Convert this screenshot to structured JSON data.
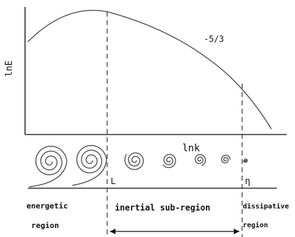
{
  "diagram": {
    "y_axis_label": "lnE",
    "x_axis_label": "lnk",
    "slope_label": "-5/3",
    "marker_L": "L",
    "marker_eta": "η",
    "regions": [
      {
        "id": "energetic",
        "lines": [
          "energetic",
          "region"
        ]
      },
      {
        "id": "inertial",
        "lines": [
          "inertial sub-region"
        ]
      },
      {
        "id": "dissipative",
        "lines": [
          "dissipative",
          "region"
        ]
      }
    ]
  },
  "colors": {
    "line": "#333333",
    "spiral": "#555555",
    "text": "#111111"
  }
}
